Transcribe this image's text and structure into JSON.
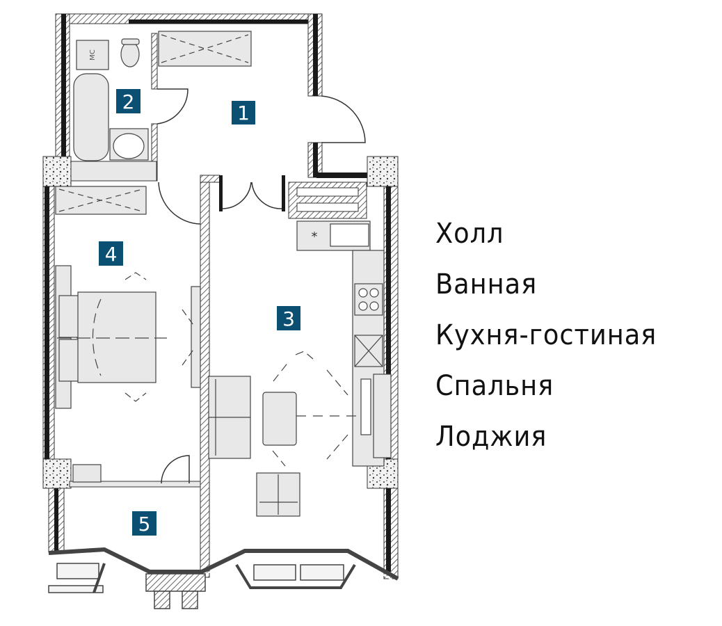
{
  "colors": {
    "badge": "#0b4f72",
    "wall": "#1a1a1a",
    "furniture": "#e8e8e8",
    "line": "#555555"
  },
  "rooms": [
    {
      "number": "1",
      "name": "Холл"
    },
    {
      "number": "2",
      "name": "Ванная"
    },
    {
      "number": "3",
      "name": "Кухня-гостиная"
    },
    {
      "number": "4",
      "name": "Спальня"
    },
    {
      "number": "5",
      "name": "Лоджия"
    }
  ],
  "fixtures": {
    "washer_label": "МС"
  }
}
